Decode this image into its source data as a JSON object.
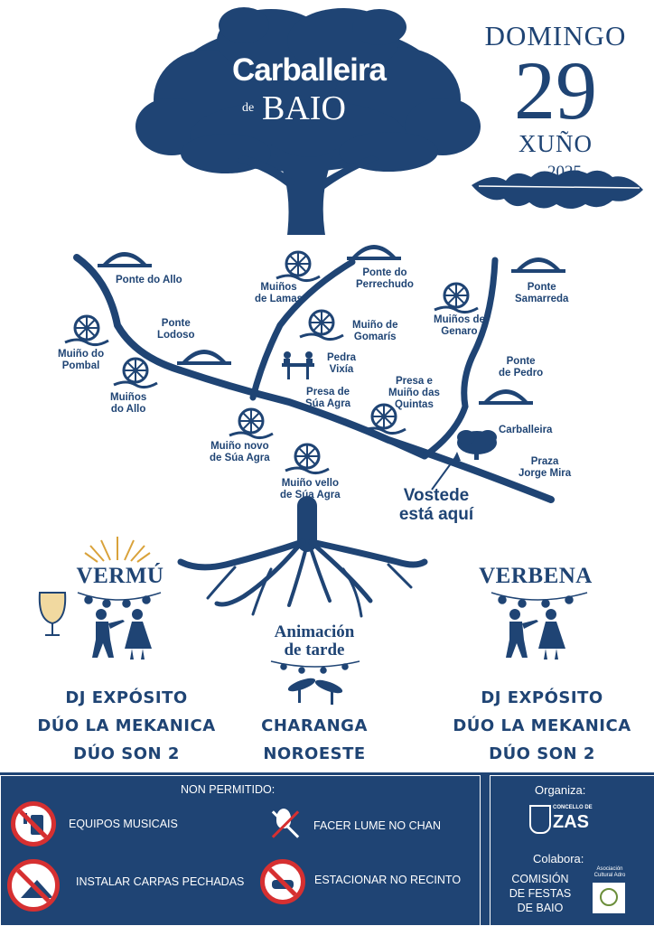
{
  "title": {
    "main": "Carballeira",
    "de": "de",
    "place": "BAIO"
  },
  "date": {
    "weekday": "DOMINGO",
    "day": "29",
    "month": "XUÑO",
    "year": "2025"
  },
  "map": {
    "labels": {
      "ponte_allo": "Ponte do Allo",
      "muinos_lamas": "Muiños\nde Lamas",
      "ponte_perrechudo": "Ponte do\nPerrechudo",
      "ponte_samarreda": "Ponte\nSamarreda",
      "muino_pombal": "Muiño do\nPombal",
      "ponte_lodoso": "Ponte\nLodoso",
      "muino_gomaris": "Muiño de\nGomarís",
      "muinos_genaro": "Muiños de\nGenaro",
      "muinos_allo": "Muiños\ndo Allo",
      "pedra_vixia": "Pedra\nVixía",
      "presa_sua_agra": "Presa de\nSúa Agra",
      "presa_quintas": "Presa e\nMuiño das\nQuintas",
      "ponte_pedro": "Ponte\nde Pedro",
      "carballeira": "Carballeira",
      "muino_novo": "Muiño novo\nde Súa Agra",
      "praza": "Praza\nJorge Mira",
      "muino_vello": "Muiño vello\nde Súa Agra"
    },
    "here_label": "Vostede\nestá aquí"
  },
  "events": {
    "vermu": {
      "title": "VERMÚ",
      "acts": [
        "DJ EXPÓSITO",
        "DÚO LA MEKANICA",
        "DÚO SON 2"
      ]
    },
    "tarde": {
      "title": "Animación\nde tarde",
      "acts": [
        "CHARANGA",
        "NOROESTE"
      ]
    },
    "verbena": {
      "title": "VERBENA",
      "acts": [
        "DJ EXPÓSITO",
        "DÚO LA MEKANICA",
        "DÚO SON 2"
      ]
    }
  },
  "footer": {
    "heading": "NON PERMITIDO:",
    "rules": [
      "EQUIPOS MUSICAIS",
      "FACER LUME NO CHAN",
      "INSTALAR CARPAS PECHADAS",
      "ESTACIONAR NO RECINTO"
    ],
    "organiza": "Organiza:",
    "concello_small": "CONCELLO DE",
    "concello": "ZAS",
    "colabora": "Colabora:",
    "comision": "COMISIÓN\nDE FESTAS\nDE BAIO",
    "asociacion": "Asociación\nCultural Adro"
  },
  "colors": {
    "navy": "#1f4474",
    "white": "#ffffff",
    "red": "#d63031",
    "gold": "#d9a23a"
  }
}
